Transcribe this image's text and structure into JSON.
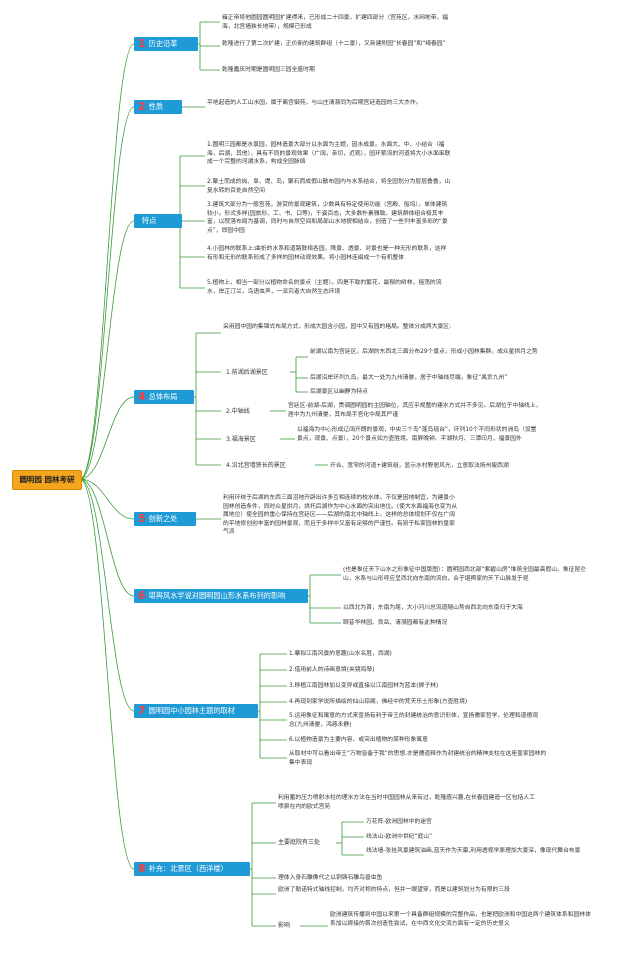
{
  "root": "圆明园 园林考研",
  "branches": [
    {
      "num": "1",
      "title": "历史沿革",
      "items": [
        "雍正帝将他圆园圆明园扩建得来，已形成二十四景，扩建四部分（宫苑区，水网地带，福海，北宫墙狭长地带），规模已形成",
        "乾隆进行了第二次扩建，正价新的建筑群组（十二景），又新建附园“长春园”和“绮春园”",
        "乾隆嘉庆时期是圆明园三园全盛时期"
      ]
    },
    {
      "num": "2",
      "title": "性质",
      "items": [
        "平地起造的人工山水园，属于离宫御苑，与山庄清漪同为后期宫廷造园的三大杰作。"
      ]
    },
    {
      "num": "3",
      "title": "特点",
      "items": [
        "1.圆明三园都是水景园，园林造景大部分以水面为主题，因水成景。水面大、中、小结合（福海，后湖，其他），具有不同的景观效果（广阔，亲切，近观），园环萦流的河道将大小水面串联成一个完整的河湖水系，构成全园脉络",
        "2.聚土而成的岗、阜、堤、岛，聚石而成假山散布园内与水系结合，将全园划分为层层叠叠，山复水转的百处自然空间",
        "3.建筑大部分为一般宫苑，游赏的景观建筑，少数具有特定使用功能（宫殿、船坞）。单体建筑较小，形式多样(园旅形、工、书、口等)，千姿百态，大多数朴素雅致。建筑群体组合极其丰富，以院落布局为基调，同时与自然空间和局部山水地貌相结合，创造了一些列丰富多彩的“景点”，即园中园",
        "4.小园林的联系上:曲折的水系和道路联络各园，障景、透景、对景也是一种无形的联系，这样有形和无形的联系形成了多样的园林动观效果。将小园林连缀成一个有机整体",
        "5.植物上，相当一部分以植物命名的景点（主题）。四是不致的繁花，最郁的树林，摇荡的流水，岸芷汀兰，鸟语虫声，一派究者大自然生态环境"
      ]
    },
    {
      "num": "4",
      "title": "总体布局",
      "intro": "采用园中园的集锦式布局方式，形成大园含小园，园中又有园的格局。整体分成两大景区:",
      "subs": [
        {
          "label": "1.前湖后湖景区",
          "items": [
            "前湖以南为宫廷区，后湖的东西北三面分布29个景点，形成小园林集群。成众星拱月之势",
            "后湖沿岸环列九岛，最大一处为九州清晏，居于中轴线尽端，象征“禹贡九州”",
            "后湖景区以幽静为特点"
          ]
        },
        {
          "label": "2.中轴线",
          "items": [
            "宫廷区-前湖-后湖，贯调圆明园的主园轴位，其应乎规整的建水方式并不多见。后湖位于中轴线上，居中为九州清晏，其布局手官化中局其严谨"
          ]
        },
        {
          "label": "3.福海景区",
          "items": [
            "以福海为中心形成辽阔开朗的景观，中央三个岛“蓬岛瑶台”，环列10个不同形状的洲岛（设置景点，观景、点景），20个景点如方壶胜境、南屏晚钟、平湖秋月、三潭印月，福景园外"
          ]
        },
        {
          "label": "4.沿北宫墙狭长的景区",
          "items": [
            "开合、宽窄的河道+建筑组，显示水村野居风光，立意取法扬州瘦西湖"
          ]
        }
      ]
    },
    {
      "num": "5",
      "title": "创新之处",
      "items": [
        "利用环绕于后湖的东西三面沼地开辟出许多互相连续的校水体，不仅是因地制宜，为建景小园林创造条件，同时众星拱月，烘托后湖作为中心水面的突出地位。(使大水面福海也变为从属地位）使全园的重心保持在宫廷区——后湖的南北中轴线上，这样的总体规划不仅在广阔的平地修创创丰富的园林景观，而且于多样中又富有足够的严谨性。有别于私家园林的皇家气派"
      ]
    },
    {
      "num": "6",
      "title": "堪舆风水学说对圆明园山形水系布列的影响",
      "items": [
        "(也是象征天下山水之形象征中国版图）：圆明园西北部“紫碧山房”堆筑全园最高假山，象征昆仑山，水系与山形呼应呈西北向东南的流向，合于堪舆家的天下山脉发于昆",
        "以西北为首，东南为尾，大小河川总流道随山势自西北向东南归于大海",
        "颐昔华林园、良岳、清漪园都有此种情况"
      ]
    },
    {
      "num": "7",
      "title": "圆明园中小园林主题的取材",
      "items": [
        "1.摹拟江南风景的意趣(山水名胜，西湖)",
        "2.借用前人的诗画意境(夹镜鸣琴)",
        "3.移植江南园林加以变异或直接以江南园林为蓝本(狮子林)",
        "4.再现到家学说所描绘的仙山琼阁，佛经中的梵天乐土形象(方壶胜境)",
        "5.运用象征和寓意的方式来宣扬有利于帝王的封建统治的意识形体，宣扬儒家哲学，伦理和道德观念(九州清晏，鸿慈永静)",
        "6.以植物造景为主要内容，或突出植物的某种形象寓意",
        "从取材中可以看出帝王“万物皆备于我”的思想,亦是儒道释作为封建统治的精神支柱在这座皇家园林的集中表现"
      ]
    },
    {
      "num": "8",
      "title": "补充：北景区（西洋楼）",
      "items": [
        "利用蓄的压力喷射水柱的理水方法在当时中国园林从来有过，乾隆感兴趣,在长春园建造一区包括人工喷泉在内的欧式宫苑"
      ],
      "sub_label": "主要庭院有三处",
      "sub_items": [
        "万花阵-欧洲园林中的迷宫",
        "线法山-欧洲中世纪“庭山”",
        "线法墙-张挂风景建筑油画,蓝天作为天幕,利用透视学原理加大景深，像现代舞台布景"
      ],
      "items2": [
        "理体入身石雕像代之以铜铸石雕鸟兽虫鱼",
        "欧洲了勒诺特式轴线控制，均齐对称的特点，但并一眼望穿，而是以建筑划分为有限的三段"
      ],
      "impact_label": "影响",
      "impact": "欧洲建筑传播到中国以来第一个具备群组规模的完整作品，也是把欧洲和中国这两个建筑体系和园林体系加以嫁接的首次创造性尝试，在中西文化交流方面有一定的历史意义"
    }
  ],
  "colors": {
    "branch": "#1e9ad6",
    "root": "#f4a51c",
    "line": "#3a9a3a",
    "num": "#ff3b3b"
  }
}
